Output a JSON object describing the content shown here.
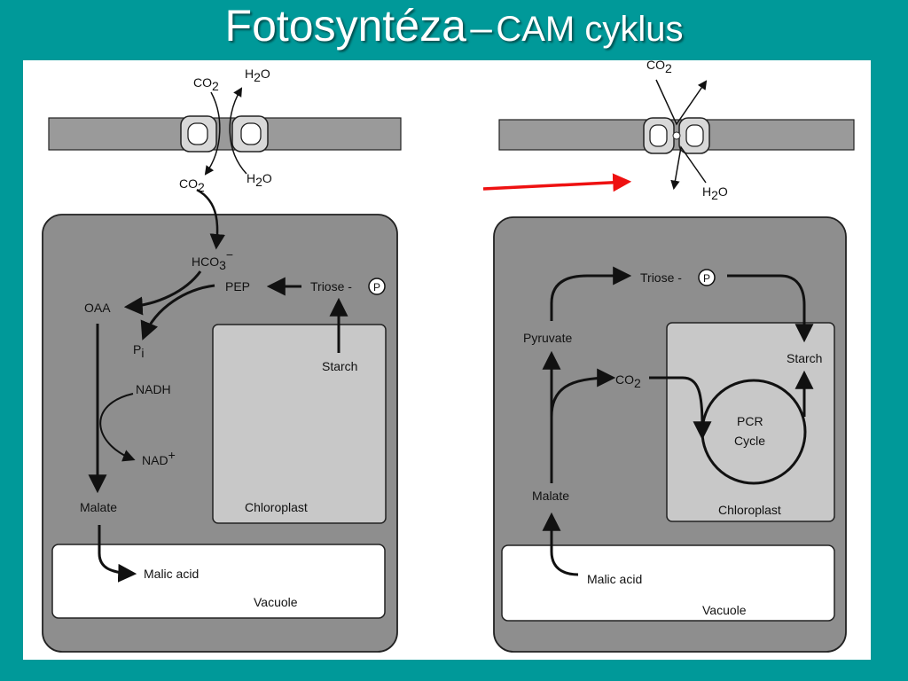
{
  "title": {
    "main": "Fotosyntéza",
    "dash": "–",
    "sub": "CAM cyklus"
  },
  "colors": {
    "background": "#009999",
    "cell": "#8e8e8e",
    "chloroplast": "#c8c8c8",
    "membrane": "#9a9a9a",
    "arrow_highlight": "#ee1111"
  },
  "night": {
    "stoma": {
      "co2_outside": "CO",
      "co2_outside_sub": "2",
      "h2o_top": "H",
      "h2o_top_sub": "2",
      "h2o_top_o": "O",
      "co2_inside": "CO",
      "co2_inside_sub": "2",
      "h2o_inside": "H",
      "h2o_inside_sub": "2",
      "h2o_inside_o": "O"
    },
    "hco3": "HCO",
    "hco3_sub": "3",
    "hco3_sup": "−",
    "pep": "PEP",
    "triose": "Triose -",
    "phosphate": "P",
    "oaa": "OAA",
    "pi": "P",
    "pi_sub": "i",
    "nadh": "NADH",
    "nad": "NAD",
    "nad_sup": "+",
    "malate": "Malate",
    "starch": "Starch",
    "chloroplast": "Chloroplast",
    "malic_acid": "Malic acid",
    "vacuole": "Vacuole"
  },
  "day": {
    "stoma": {
      "co2_outside": "CO",
      "co2_outside_sub": "2",
      "h2o_inside": "H",
      "h2o_inside_sub": "2",
      "h2o_inside_o": "O"
    },
    "triose": "Triose -",
    "phosphate": "P",
    "pyruvate": "Pyruvate",
    "co2": "CO",
    "co2_sub": "2",
    "starch": "Starch",
    "pcr_line1": "PCR",
    "pcr_line2": "Cycle",
    "malate": "Malate",
    "chloroplast": "Chloroplast",
    "malic_acid": "Malic acid",
    "vacuole": "Vacuole"
  }
}
